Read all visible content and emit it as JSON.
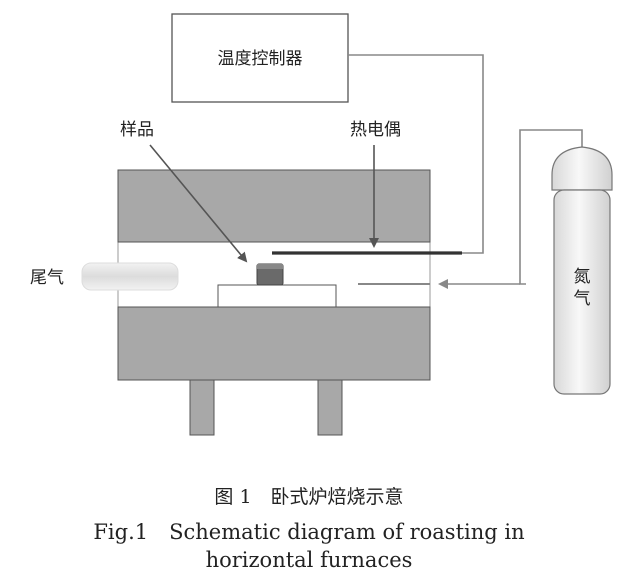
{
  "labels": {
    "controller": "温度控制器",
    "sample": "样品",
    "thermocouple": "热电偶",
    "exhaust": "尾气",
    "nitrogen": [
      "氮",
      "气"
    ]
  },
  "caption": {
    "zh": "图 1　卧式炉焙烧示意",
    "en_line1": "Fig.1　Schematic diagram of roasting in",
    "en_line2": "horizontal furnaces"
  },
  "colors": {
    "furnace_fill": "#a8a8a8",
    "furnace_stroke": "#555555",
    "thermocouple": "#333333",
    "gas_line": "#888888",
    "sample_fill": "#666666",
    "cylinder_fill": "#eeeeee",
    "exhaust_fill": "#e4e4e4"
  }
}
